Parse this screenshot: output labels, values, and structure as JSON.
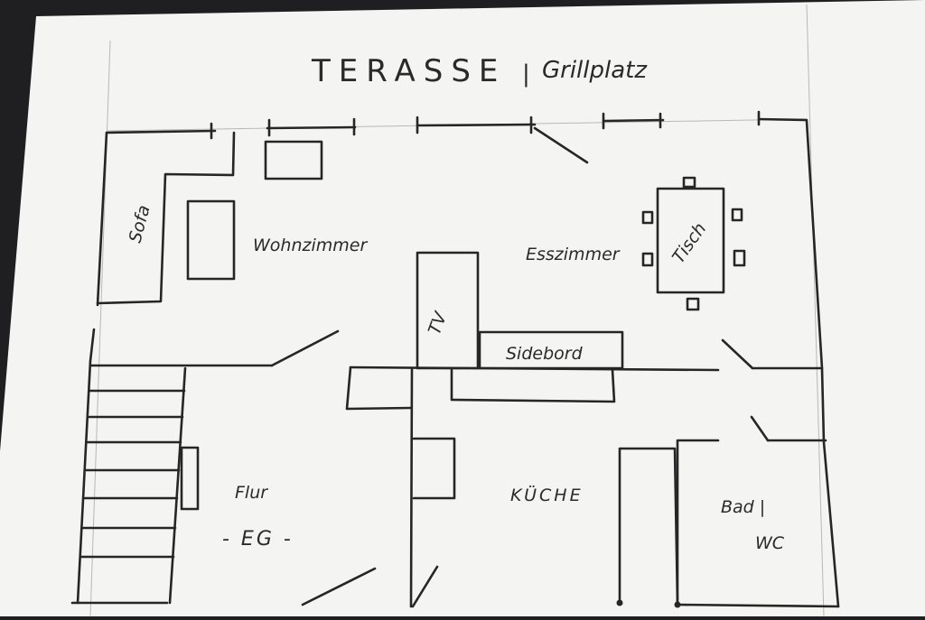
{
  "title": {
    "main": "TERASSE",
    "separator": "|",
    "sub": "Grillplatz"
  },
  "rooms": {
    "wohnzimmer": "Wohnzimmer",
    "esszimmer": "Esszimmer",
    "flur": "Flur",
    "floor": "- EG -",
    "kueche": "KÜCHE",
    "bad_line1": "Bad |",
    "bad_line2": "WC"
  },
  "furniture": {
    "sofa": "Sofa",
    "tv": "TV",
    "tisch": "Tisch",
    "sideboard": "Sidebord"
  },
  "colors": {
    "paper": "#f4f4f2",
    "ink": "#262626",
    "background": "#1f1f22"
  }
}
